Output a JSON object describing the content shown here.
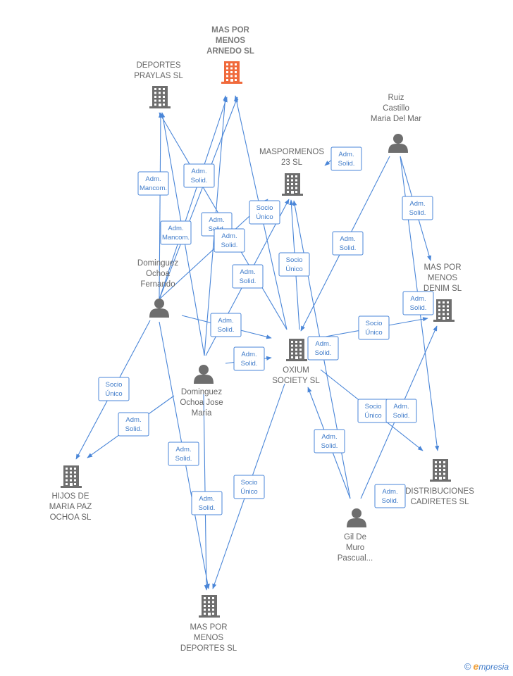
{
  "nodes": {
    "mas_por_menos_arnedo": {
      "lines": [
        "MAS POR",
        "MENOS",
        "ARNEDO  SL"
      ],
      "kind": "company",
      "main": true
    },
    "deportes_praylas": {
      "lines": [
        "DEPORTES",
        "PRAYLAS SL"
      ],
      "kind": "company"
    },
    "maspormenos_23": {
      "lines": [
        "MASPORMENOS",
        "23  SL"
      ],
      "kind": "company"
    },
    "ruiz_castillo": {
      "lines": [
        "Ruiz",
        "Castillo",
        "Maria Del Mar"
      ],
      "kind": "person"
    },
    "mas_por_menos_denim": {
      "lines": [
        "MAS POR",
        "MENOS",
        "DENIM SL"
      ],
      "kind": "company"
    },
    "dominguez_fernando": {
      "lines": [
        "Dominguez",
        "Ochoa",
        "Fernando"
      ],
      "kind": "person"
    },
    "oxium_society": {
      "lines": [
        "OXIUM",
        "SOCIETY  SL"
      ],
      "kind": "company"
    },
    "dominguez_jose_maria": {
      "lines": [
        "Dominguez",
        "Ochoa Jose",
        "Maria"
      ],
      "kind": "person"
    },
    "hijos_maria_paz": {
      "lines": [
        "HIJOS DE",
        "MARIA PAZ",
        "OCHOA  SL"
      ],
      "kind": "company"
    },
    "distribuciones_cadiretes": {
      "lines": [
        "DISTRIBUCIONES",
        "CADIRETES  SL"
      ],
      "kind": "company"
    },
    "gil_de_muro": {
      "lines": [
        "Gil De",
        "Muro",
        "Pascual..."
      ],
      "kind": "person"
    },
    "mas_por_menos_deportes": {
      "lines": [
        "MAS POR",
        "MENOS",
        "DEPORTES  SL"
      ],
      "kind": "company"
    }
  },
  "relation_labels": [
    [
      "Adm.",
      "Mancom."
    ],
    [
      "Adm.",
      "Solid."
    ],
    [
      "Adm.",
      "Solid."
    ],
    [
      "Socio",
      "Único"
    ],
    [
      "Adm.",
      "Solid."
    ],
    [
      "Adm.",
      "Solid."
    ],
    [
      "Adm.",
      "Mancom."
    ],
    [
      "Adm.",
      "Solid."
    ],
    [
      "Socio",
      "Único"
    ],
    [
      "Adm.",
      "Solid."
    ],
    [
      "Socio",
      "Único"
    ],
    [
      "Adm.",
      "Solid."
    ],
    [
      "Adm.",
      "Solid."
    ],
    [
      "Adm.",
      "Solid."
    ],
    [
      "Adm.",
      "Solid."
    ],
    [
      "Adm.",
      "Solid."
    ],
    [
      "Socio",
      "Único"
    ],
    [
      "Adm.",
      "Solid."
    ],
    [
      "Socio",
      "Único"
    ],
    [
      "Adm.",
      "Solid."
    ],
    [
      "Adm.",
      "Solid."
    ],
    [
      "Adm.",
      "Solid."
    ],
    [
      "Adm.",
      "Solid."
    ],
    [
      "Adm.",
      "Solid."
    ],
    [
      "Socio",
      "Único"
    ],
    [
      "Adm.",
      "Solid."
    ]
  ],
  "footer": {
    "copyright": "©",
    "brand_initial": "e",
    "brand_rest": "mpresia"
  }
}
